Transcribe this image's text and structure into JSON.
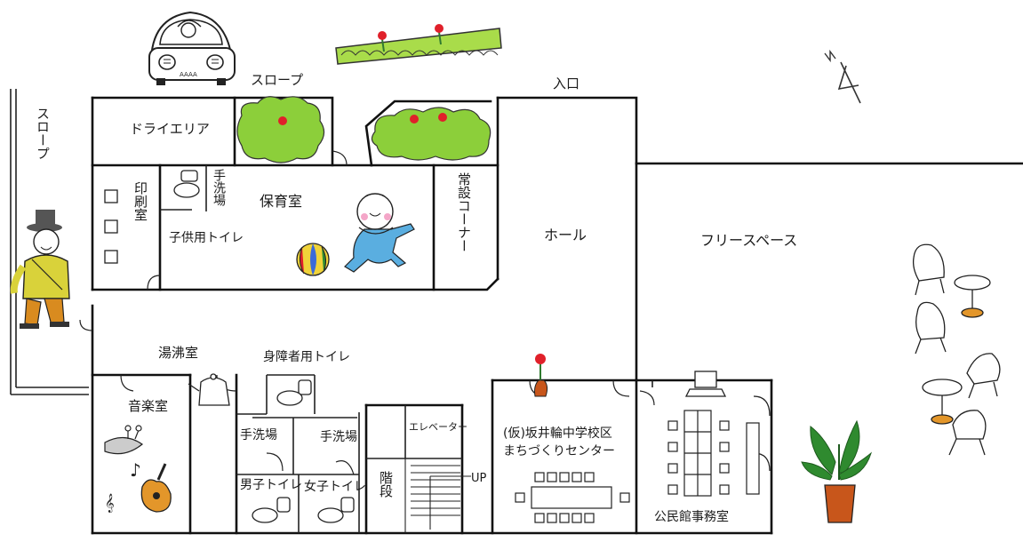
{
  "labels": {
    "slope_top": "スロープ",
    "slope_left": "スロープ",
    "entrance": "入口",
    "dry_area": "ドライエリア",
    "print_room": "印刷室",
    "handwash_top": "手洗場",
    "nursery": "保育室",
    "kids_toilet": "子供用トイレ",
    "corner": "常設コーナー",
    "hall": "ホール",
    "free_space": "フリースペース",
    "boiling_room": "湯沸室",
    "accessible_toilet": "身障者用トイレ",
    "music_room": "音楽室",
    "handwash_left": "手洗場",
    "handwash_right": "手洗場",
    "mens_toilet": "男子トイレ",
    "womens_toilet": "女子トイレ",
    "stairs": "階段",
    "elevator": "エレベーター",
    "up": "UP",
    "center_line1": "(仮)坂井輪中学校区",
    "center_line2": "まちづくりセンター",
    "office": "公民館事務室",
    "car_plate": "AAAA"
  },
  "icons": [
    "car-icon",
    "flower-bed-icon",
    "compass-icon",
    "bush-icon",
    "baby-icon",
    "ball-icon",
    "old-man-icon",
    "kettle-icon",
    "toilet-icon",
    "gramophone-icon",
    "guitar-icon",
    "vase-icon",
    "laptop-icon",
    "plant-icon",
    "chair-icon",
    "table-icon"
  ],
  "colors": {
    "bush_green": "#8ccf3a",
    "flower_red": "#e0202a",
    "baby_blue": "#5aaee0",
    "man_yellow": "#d9d23a",
    "man_orange": "#d98b1f",
    "pot_orange": "#c8561b",
    "plant_green": "#2f8a2f",
    "guitar_orange": "#e3962a"
  }
}
